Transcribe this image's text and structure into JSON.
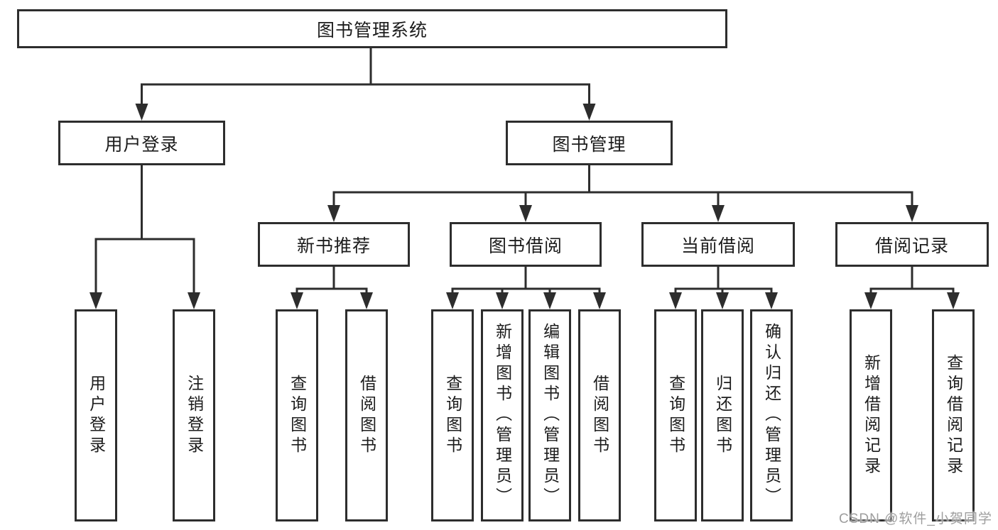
{
  "diagram_title": "图书管理系统",
  "watermark": "CSDN @软件_小贺同学",
  "colors": {
    "line": "#2d2d2d",
    "border": "#2d2d2d",
    "text": "#1c1c1c",
    "background": "#ffffff",
    "watermark": "#9e9e9e"
  },
  "nodes": {
    "root": {
      "label": "图书管理系统"
    },
    "level1": [
      {
        "label": "用户登录",
        "parent": "图书管理系统"
      },
      {
        "label": "图书管理",
        "parent": "图书管理系统"
      }
    ],
    "level2": [
      {
        "label": "新书推荐",
        "parent": "图书管理"
      },
      {
        "label": "图书借阅",
        "parent": "图书管理"
      },
      {
        "label": "当前借阅",
        "parent": "图书管理"
      },
      {
        "label": "借阅记录",
        "parent": "图书管理"
      }
    ],
    "leaves": [
      {
        "label": "用户登录",
        "parent": "用户登录"
      },
      {
        "label": "注销登录",
        "parent": "用户登录"
      },
      {
        "label": "查询图书",
        "parent": "新书推荐"
      },
      {
        "label": "借阅图书",
        "parent": "新书推荐"
      },
      {
        "label": "查询图书",
        "parent": "图书借阅"
      },
      {
        "label": "新增图书（管理员）",
        "parent": "图书借阅"
      },
      {
        "label": "编辑图书（管理员）",
        "parent": "图书借阅"
      },
      {
        "label": "借阅图书",
        "parent": "图书借阅"
      },
      {
        "label": "查询图书",
        "parent": "当前借阅"
      },
      {
        "label": "归还图书",
        "parent": "当前借阅"
      },
      {
        "label": "确认归还（管理员）",
        "parent": "当前借阅"
      },
      {
        "label": "新增借阅记录",
        "parent": "借阅记录"
      },
      {
        "label": "查询借阅记录",
        "parent": "借阅记录"
      }
    ]
  }
}
